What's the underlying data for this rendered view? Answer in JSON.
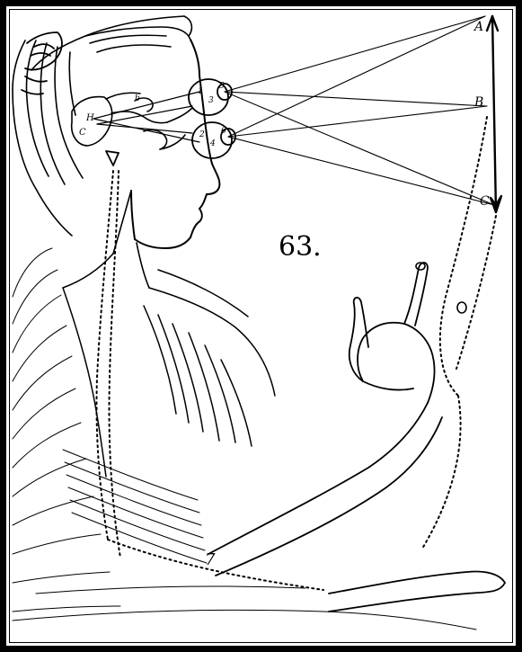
{
  "colors": {
    "ink": "#000000",
    "paper": "#ffffff"
  },
  "figure": {
    "number": "63.",
    "arrow_labels": {
      "a": "A",
      "b": "B",
      "c": "C"
    },
    "eye_labels": [
      "1",
      "3",
      "5",
      "2",
      "4",
      "6"
    ],
    "brain_labels": {
      "h": "H",
      "c": "C",
      "b": "b"
    },
    "chest_label": "7"
  }
}
